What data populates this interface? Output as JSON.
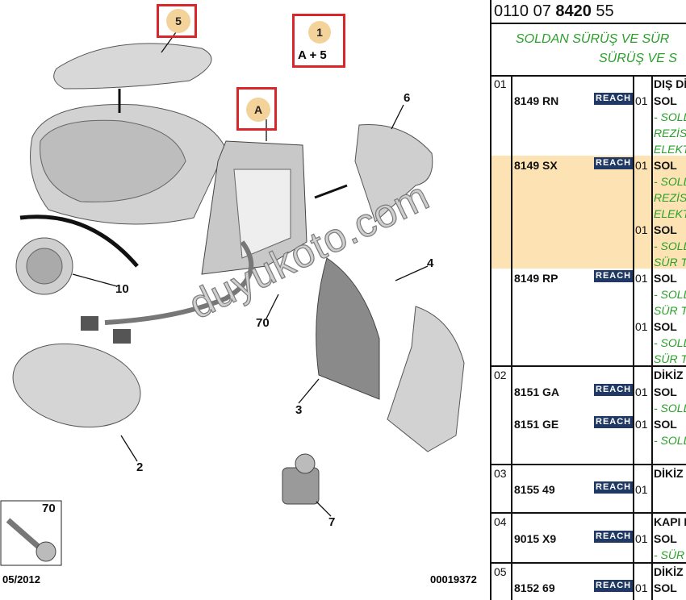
{
  "diagram": {
    "callouts": {
      "c5": "5",
      "c1_top": "1",
      "c1_bottom": "A + 5",
      "cA": "A",
      "c6": "6",
      "c10": "10",
      "c70": "70",
      "c4": "4",
      "c3": "3",
      "c2": "2",
      "c7": "7",
      "inset": "70"
    },
    "date": "05/2012",
    "drawing_no": "00019372",
    "watermark": "duyukoto.com"
  },
  "table": {
    "ref_prefix": "0110 07 ",
    "ref_bold": "8420",
    "ref_suffix": " 55",
    "banner_line1": "SOLDAN SÜRÜŞ VE SÜR",
    "banner_line2": "SÜRÜŞ VE S",
    "reach": "REACH",
    "rows": [
      {
        "idx": "01",
        "title": "DIŞ Dİ",
        "part": "8149 RN",
        "qty": "01",
        "side": "SOL",
        "notes": [
          "- SOLL",
          "REZİS",
          "ELEKT"
        ]
      },
      {
        "part": "8149 SX",
        "qty": "01",
        "side": "SOL",
        "notes": [
          "- SOLL",
          "REZİS",
          "ELEKT"
        ],
        "qty2": "01",
        "side2": "SOL",
        "notes2": [
          "- SOLL",
          "SÜR T"
        ]
      },
      {
        "part": "8149 RP",
        "qty": "01",
        "side": "SOL",
        "notes": [
          "- SOLL",
          "SÜR T"
        ],
        "qty2": "01",
        "side2": "SOL",
        "notes2": [
          "- SOLL",
          "SÜR T"
        ]
      },
      {
        "idx": "02",
        "title": "DİKİZ .",
        "part": "8151 GA",
        "qty": "01",
        "side": "SOL",
        "notes": [
          "- SOLL"
        ],
        "part2": "8151 GE",
        "qty2": "01",
        "side2": "SOL",
        "notes2": [
          "- SOLL"
        ]
      },
      {
        "idx": "03",
        "title": "DİKİZ .",
        "part": "8155 49",
        "qty": "01"
      },
      {
        "idx": "04",
        "title": "KAPI K",
        "part": "9015 X9",
        "qty": "01",
        "side": "SOL",
        "notes": [
          "- SÜR"
        ]
      },
      {
        "idx": "05",
        "title": "DİKİZ .",
        "part": "8152 69",
        "qty": "01",
        "side": "SOL"
      }
    ]
  }
}
